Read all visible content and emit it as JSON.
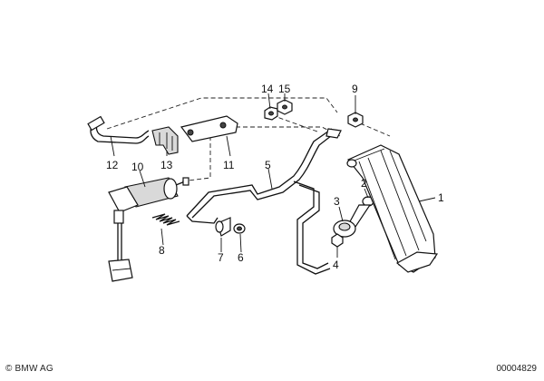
{
  "callouts": [
    "1",
    "2",
    "3",
    "4",
    "5",
    "6",
    "7",
    "8",
    "9",
    "10",
    "11",
    "12",
    "13",
    "14",
    "15"
  ],
  "footer": {
    "copyright": "© BMW AG",
    "figure_number": "00004829"
  }
}
